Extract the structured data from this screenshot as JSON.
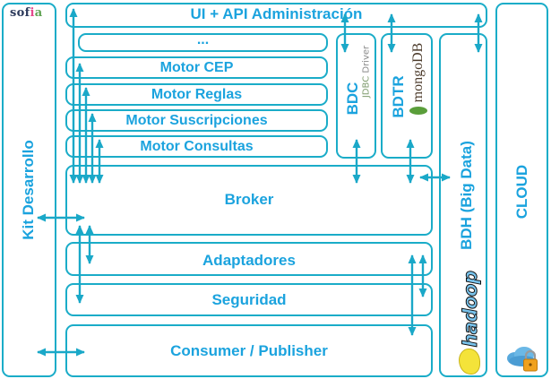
{
  "colors": {
    "accent": "#1AACC8",
    "text": "#1BA3DE"
  },
  "logo": {
    "letters": [
      "s",
      "o",
      "f",
      "i",
      "a"
    ],
    "colors": [
      "#2d3b5c",
      "#2d3b5c",
      "#2d3b5c",
      "#e4488c",
      "#5fa352"
    ]
  },
  "kit": {
    "label": "Kit Desarrollo"
  },
  "admin": {
    "label": "UI + API Administración"
  },
  "engines": [
    {
      "label": "..."
    },
    {
      "label": "Motor CEP"
    },
    {
      "label": "Motor Reglas"
    },
    {
      "label": "Motor Suscripciones"
    },
    {
      "label": "Motor Consultas"
    }
  ],
  "broker": {
    "label": "Broker"
  },
  "layers": [
    {
      "label": "Adaptadores"
    },
    {
      "label": "Seguridad"
    },
    {
      "label": "Consumer / Publisher"
    }
  ],
  "bdc": {
    "label": "BDC",
    "driver_prefix": "JDBC",
    "driver_suffix": " Driver"
  },
  "bdtr": {
    "label": "BDTR",
    "db_logo": "mongoDB"
  },
  "bdh": {
    "label": "BDH (Big Data)",
    "logo": "hadoop"
  },
  "cloud": {
    "label": "CLOUD"
  }
}
